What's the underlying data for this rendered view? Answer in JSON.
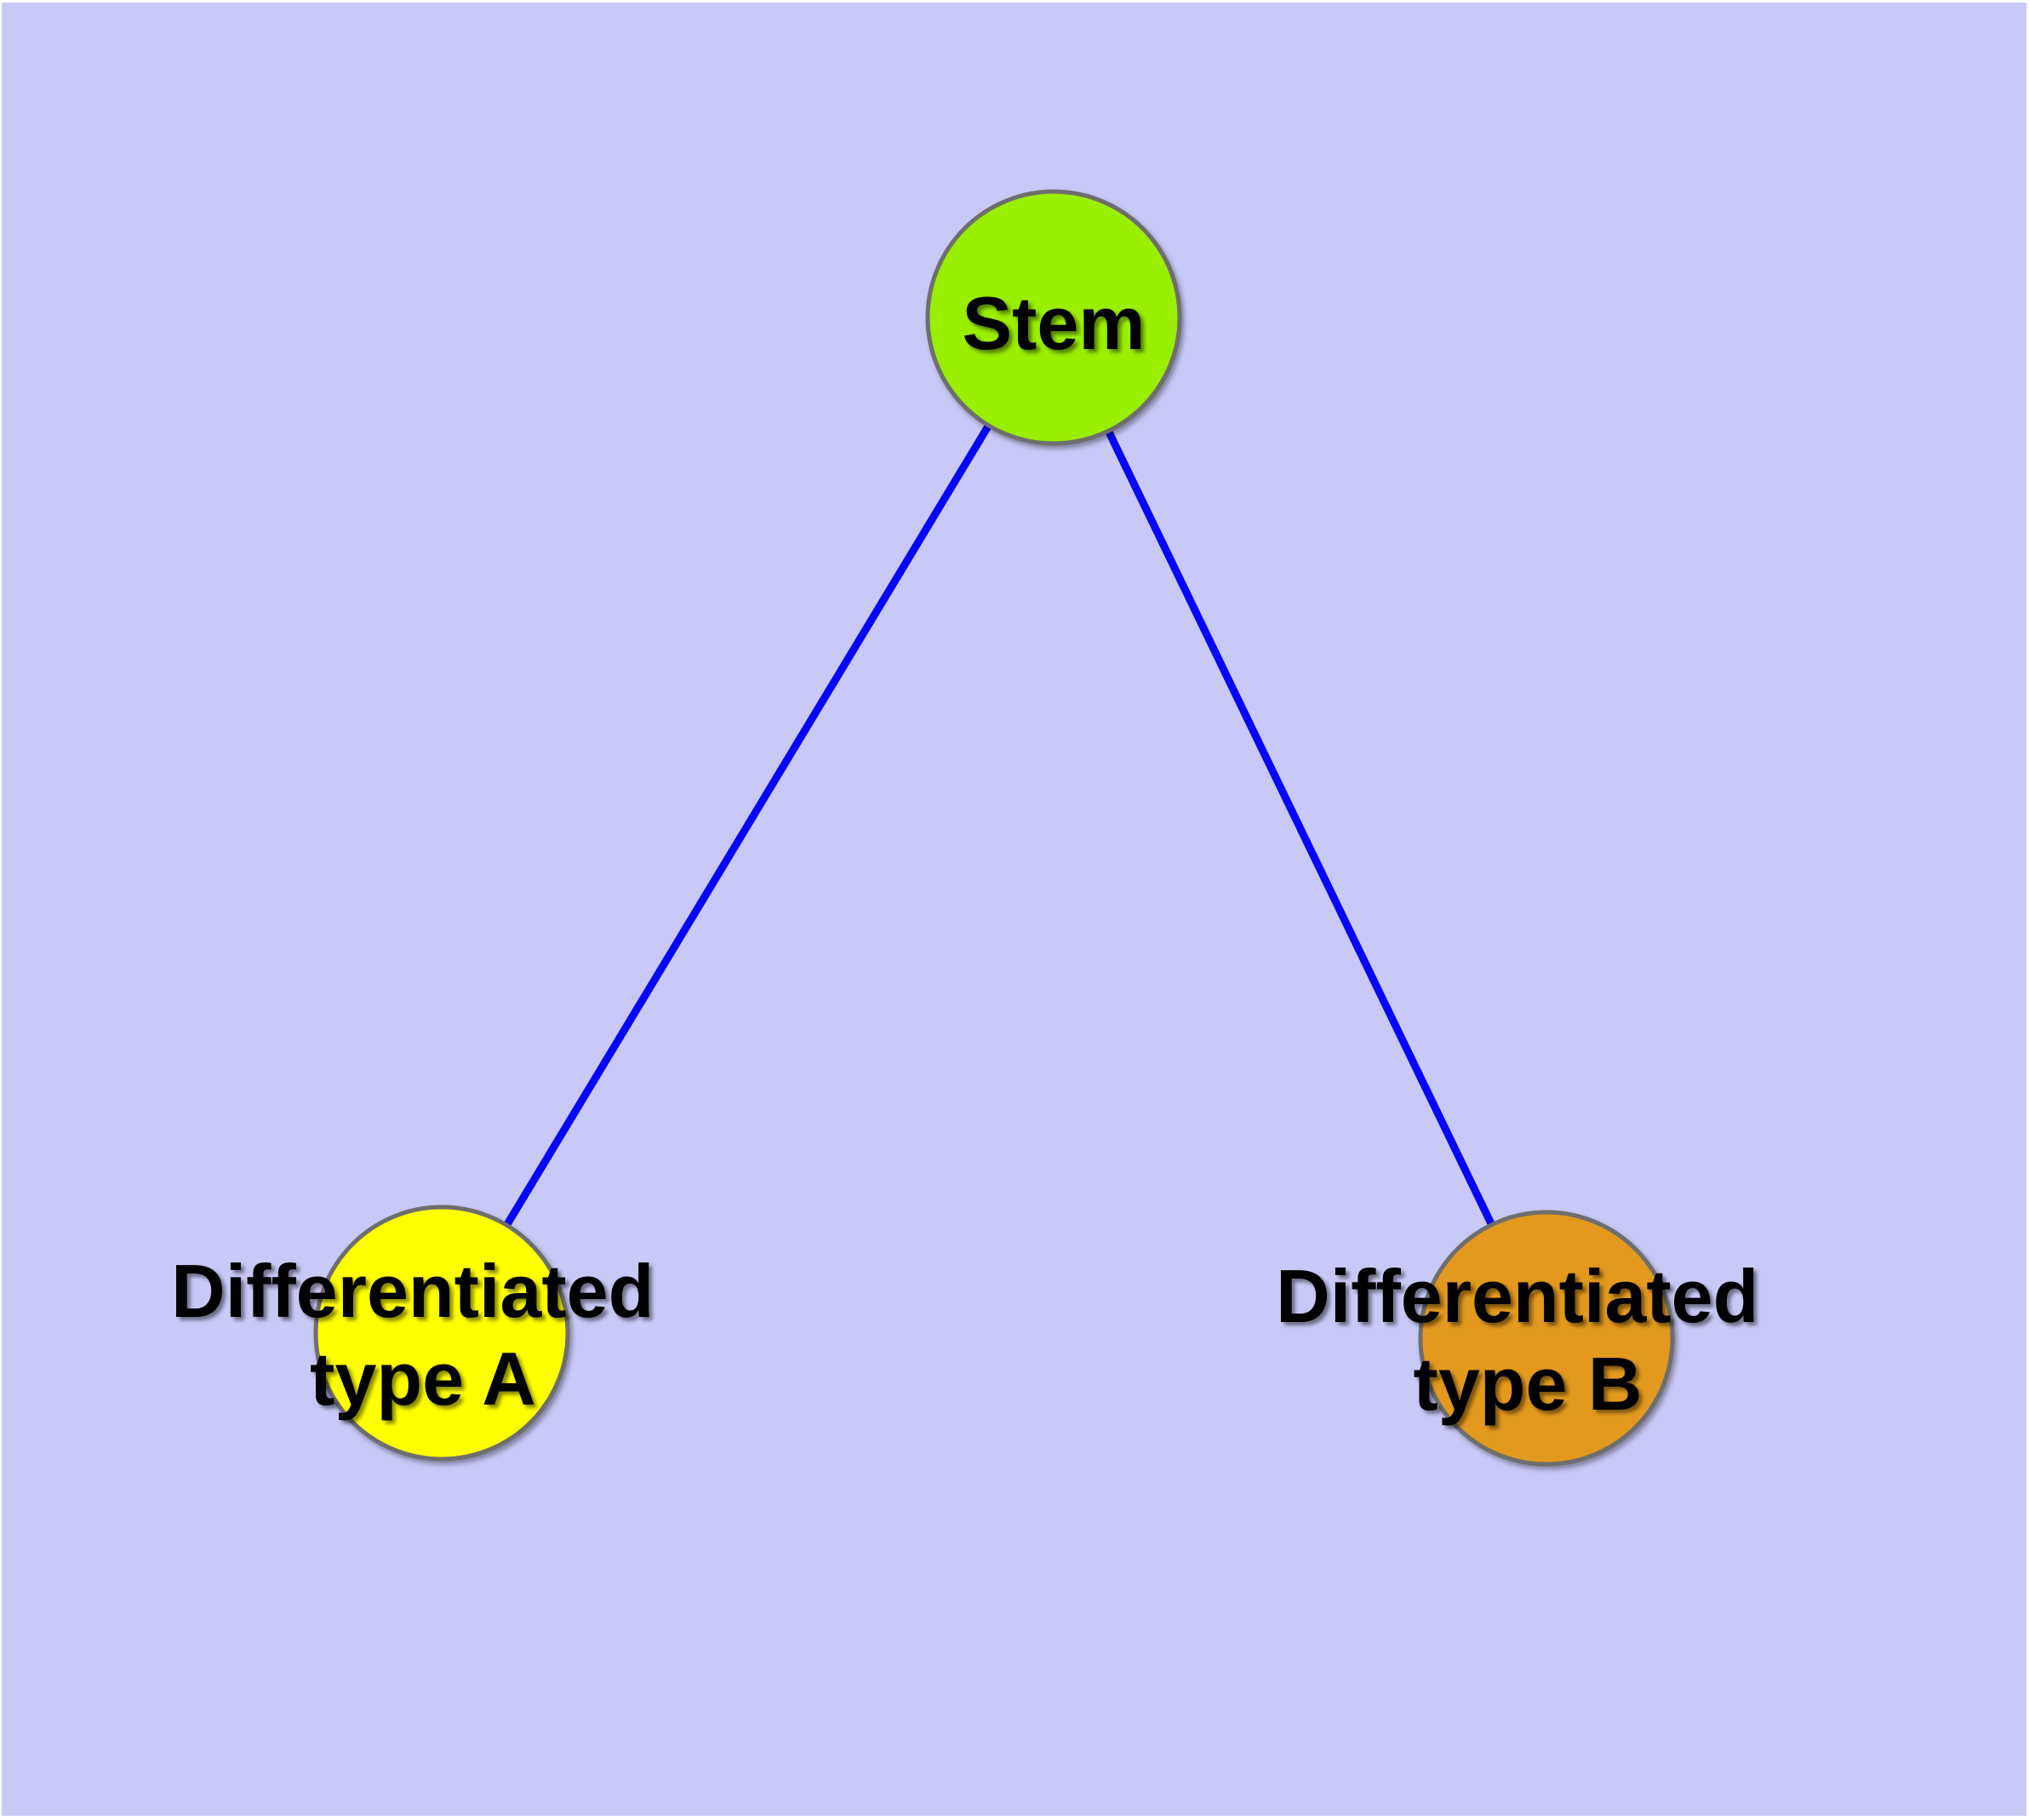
{
  "diagram": {
    "background_color": "#C9C9F8",
    "page_margin_color": "#FFFFFF",
    "edge_color": "#0505FA",
    "node_border_color": "#6E6E6E",
    "label_color": "#000000",
    "nodes": [
      {
        "id": "stem",
        "label": "Stem",
        "fill": "#9AEE00"
      },
      {
        "id": "differentiated-type-a",
        "label_line1": "Differentiated",
        "label_line2": "type A",
        "fill": "#FFFF00"
      },
      {
        "id": "differentiated-type-b",
        "label_line1": "Differentiated",
        "label_line2": "type B",
        "fill": "#E2991E"
      }
    ],
    "edges": [
      {
        "from": "Stem",
        "to": "Differentiated type A"
      },
      {
        "from": "Stem",
        "to": "Differentiated type B"
      }
    ]
  }
}
